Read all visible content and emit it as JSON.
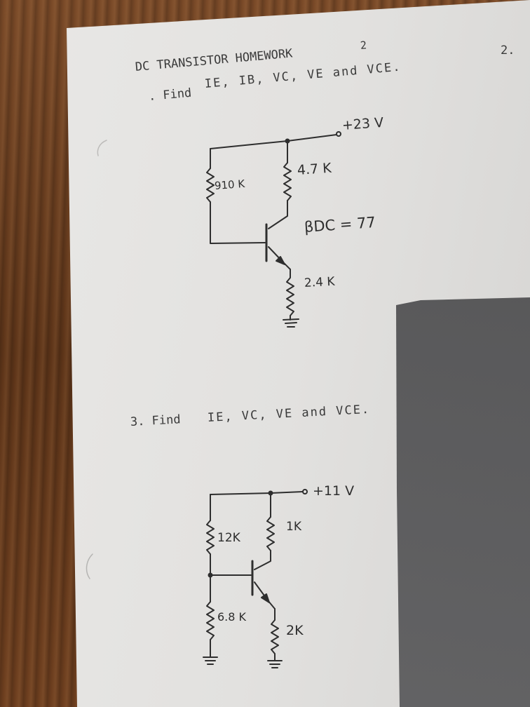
{
  "header": {
    "title": "DC TRANSISTOR HOMEWORK",
    "page_number": "2",
    "corner_number": "2."
  },
  "problem2": {
    "prefix": ". Find",
    "prompt": "IE, IB, VC, VE and VCE.",
    "supply": "+23 V",
    "r_base": "910 K",
    "r_collector": "4.7 K",
    "beta": "βDC = 77",
    "r_emitter": "2.4 K"
  },
  "problem3": {
    "prefix": "3. Find",
    "prompt": "IE, VC, VE and VCE.",
    "supply": "+11 V",
    "r_top": "12K",
    "r_collector": "1K",
    "r_bottom": "6.8 K",
    "r_emitter": "2K"
  },
  "colors": {
    "wood": "#6b3f22",
    "paper": "#e4e3e1",
    "ink": "#2e2e2e",
    "shadow": "#4a4a4c"
  }
}
